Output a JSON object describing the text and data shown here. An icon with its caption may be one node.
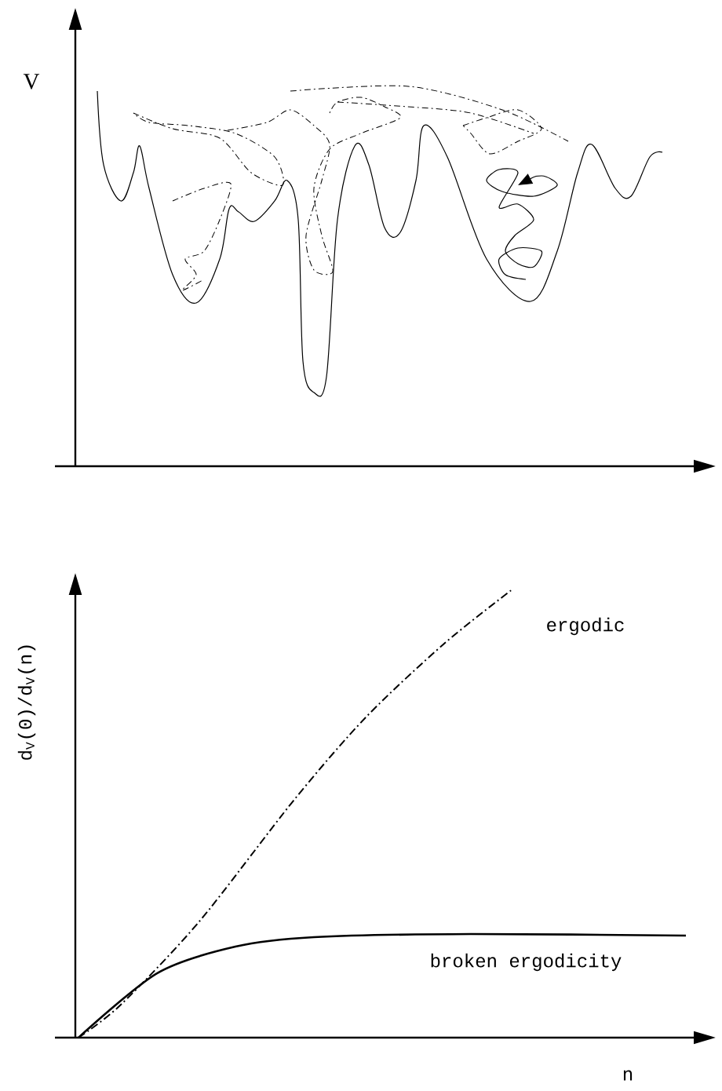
{
  "diagram": {
    "labels": [
      "V",
      "d$_{V}$(0)/d$_{V}$(n)",
      "ergodic",
      "broken ergodicity",
      "n"
    ]
  }
}
